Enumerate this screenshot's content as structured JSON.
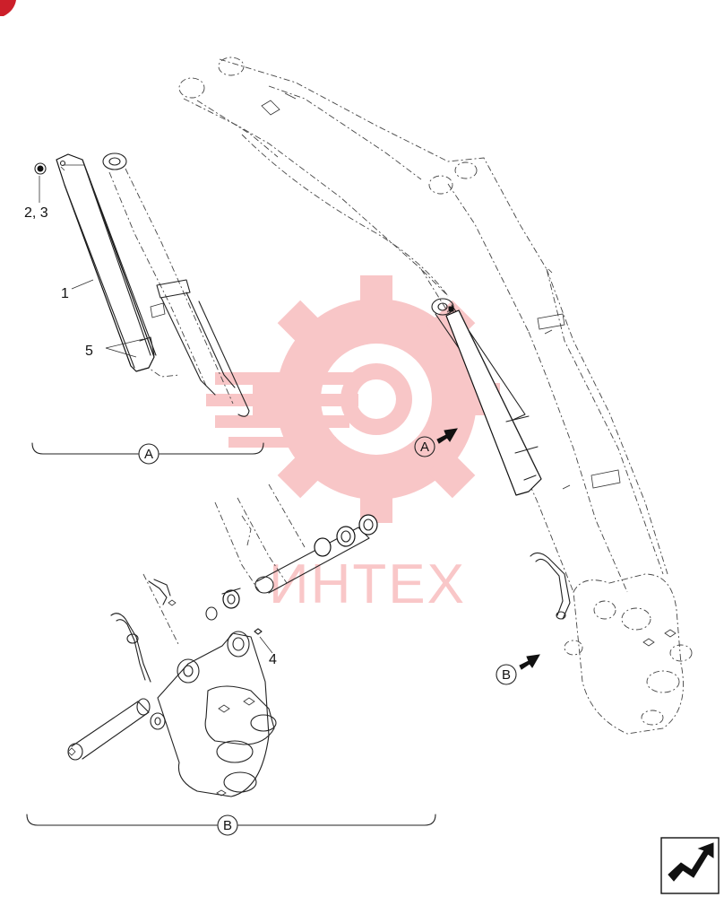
{
  "colors": {
    "line": "#222222",
    "watermark": "#e8353b",
    "corner_mark": "#cc1f2a",
    "background": "#ffffff"
  },
  "watermark": {
    "text": "ИНТЕХ"
  },
  "labels": {
    "pin_washer": "2, 3",
    "guard": "1",
    "bolts": "5",
    "grease_fitting": "4"
  },
  "views": {
    "a": "A",
    "b": "B"
  },
  "icons": {
    "nav": "next-page-arrow-icon",
    "view_arrow": "view-direction-arrow-icon"
  }
}
